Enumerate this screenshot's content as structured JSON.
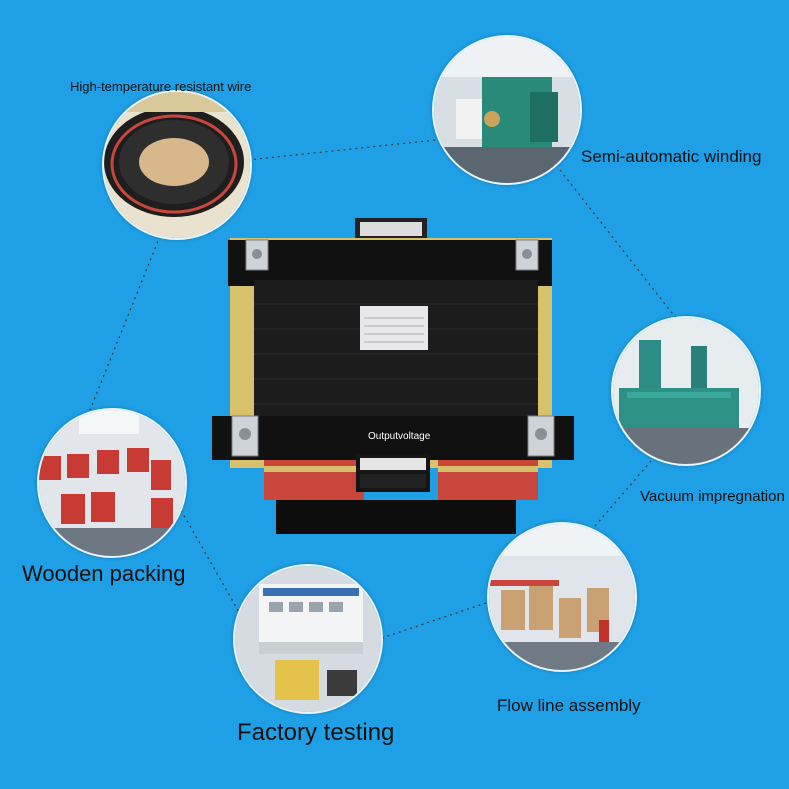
{
  "background_color": "#1fa0e6",
  "labels": {
    "high_temp_wire": "High-temperature resistant wire",
    "semi_auto_winding": "Semi-automatic winding",
    "vacuum_impregnation": "Vacuum impregnation",
    "wooden_packing": "Wooden packing",
    "flow_line_assembly": "Flow line assembly",
    "factory_testing": "Factory testing"
  },
  "transformer": {
    "output_voltage_label": "Outputvoltage"
  },
  "icons": {
    "wire": "wire-coil-photo",
    "winding": "winding-machine-photo",
    "vacuum": "vacuum-tank-photo",
    "wooden": "packing-photo",
    "flow": "assembly-line-photo",
    "testing": "test-bench-photo",
    "transformer": "transformer-photo"
  }
}
